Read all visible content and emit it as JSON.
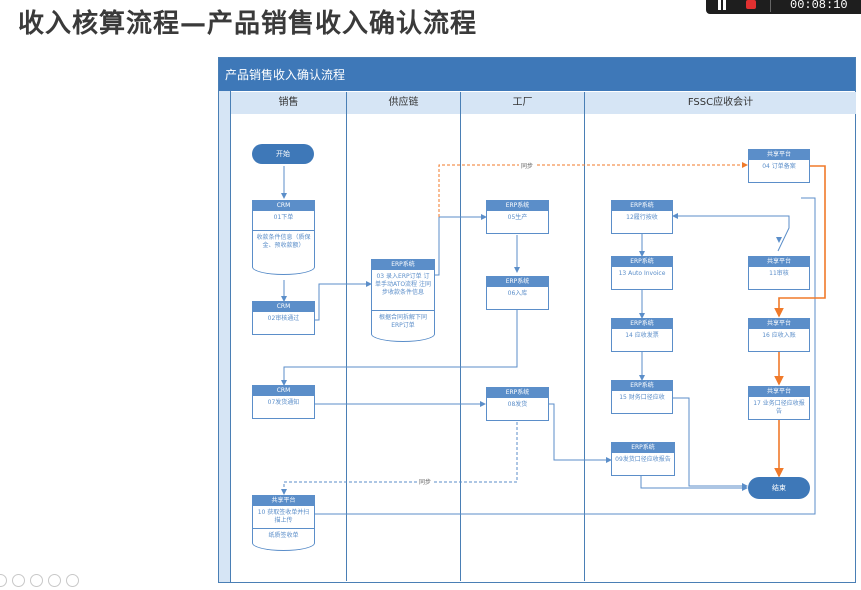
{
  "slide": {
    "title": "收入核算流程—产品销售收入确认流程"
  },
  "video": {
    "timer": "00:08:10"
  },
  "diagram": {
    "title": "产品销售收入确认流程",
    "lanes": [
      "销售",
      "供应链",
      "工厂",
      "FSSC应收会计"
    ]
  },
  "terminals": {
    "start": "开始",
    "end": "结束"
  },
  "nodes": {
    "n01": {
      "head": "CRM",
      "body": "01下单"
    },
    "n02": {
      "head": "CRM",
      "body": "02审核通过"
    },
    "n03": {
      "head": "ERP系统",
      "body": "03 录入ERP订单 订单手动ATO流程 注同步收款条件信息"
    },
    "n05": {
      "head": "ERP系统",
      "body": "05生产"
    },
    "n06": {
      "head": "ERP系统",
      "body": "06入库"
    },
    "n07": {
      "head": "CRM",
      "body": "07发货通知"
    },
    "n08": {
      "head": "ERP系统",
      "body": "08发货"
    },
    "n04": {
      "head": "共享平台",
      "body": "04 订单备案"
    },
    "n11": {
      "head": "共享平台",
      "body": "11审核"
    },
    "n12": {
      "head": "ERP系统",
      "body": "12履行按收"
    },
    "n13": {
      "head": "ERP系统",
      "body": "13 Auto Invoice"
    },
    "n14": {
      "head": "ERP系统",
      "body": "14 应收发票"
    },
    "n15": {
      "head": "ERP系统",
      "body": "15 财务口径应收"
    },
    "n16": {
      "head": "共享平台",
      "body": "16 应收入账"
    },
    "n17": {
      "head": "共享平台",
      "body": "17 业务口径应收报告"
    },
    "n09": {
      "head": "ERP系统",
      "body": "09发货口径应收报告"
    },
    "n10": {
      "head": "共享平台",
      "body": "10 获取签收单并扫描上传"
    }
  },
  "docs": {
    "d1": "收款条件信息（质保金、预收款额）",
    "d2": "根据合同拆解下同ERP订单",
    "d3": "纸质签收单"
  },
  "connector_labels": {
    "sync_top": "同步",
    "sync_bottom": "同步"
  }
}
